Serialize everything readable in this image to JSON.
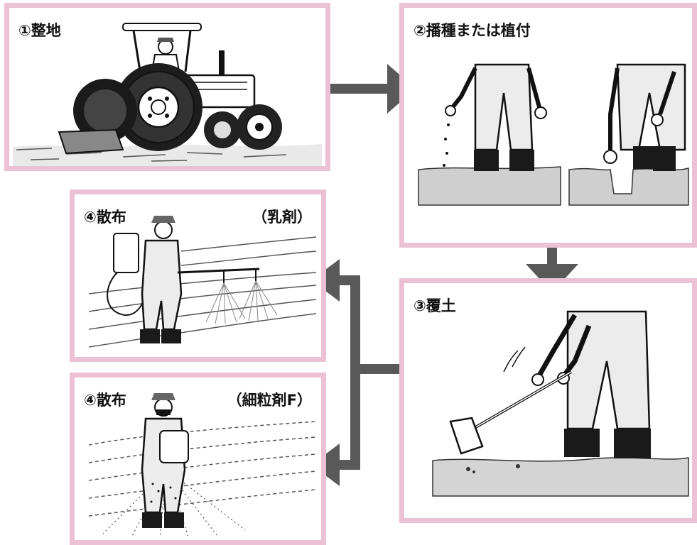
{
  "steps": [
    {
      "label": "①整地"
    },
    {
      "label": "②播種または植付"
    },
    {
      "label": "③覆土"
    },
    {
      "label": "④散布",
      "note": "（乳剤）"
    },
    {
      "label": "④散布",
      "note": "（細粒剤F）"
    }
  ],
  "colors": {
    "frame": "#ecc1d4",
    "arrow": "#595959",
    "ink": "#111111"
  },
  "icons": [
    "tractor-illustration",
    "sowing-illustration",
    "planting-illustration",
    "hoe-covering-illustration",
    "emulsion-sprayer-illustration",
    "granule-spreader-illustration"
  ]
}
